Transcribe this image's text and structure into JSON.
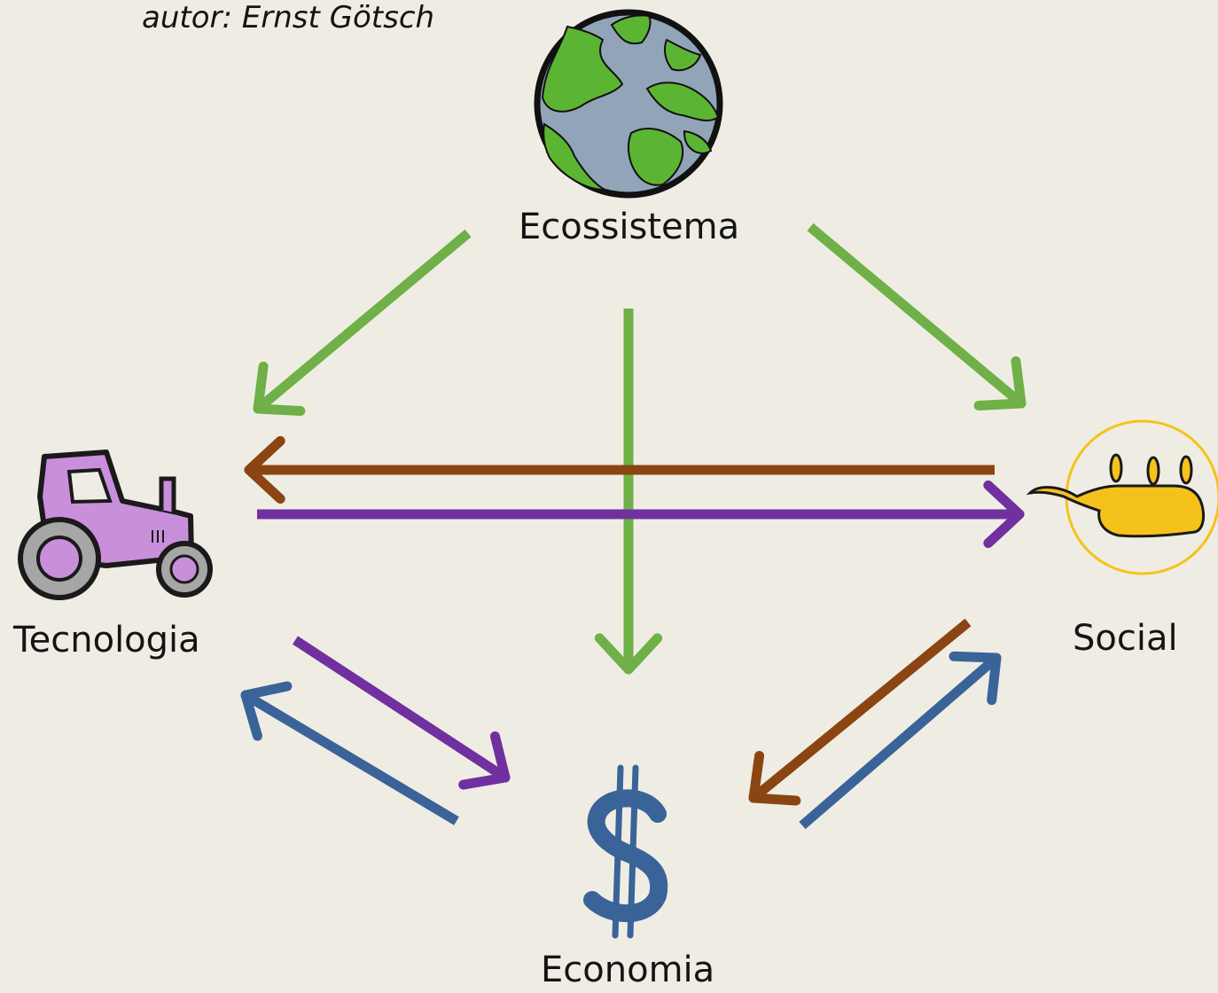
{
  "author": "autor: Ernst Götsch",
  "nodes": {
    "ecosystem": {
      "label": "Ecossistema",
      "icon": "globe-icon"
    },
    "technology": {
      "label": "Tecnologia",
      "icon": "tractor-icon"
    },
    "social": {
      "label": "Social",
      "icon": "people-group-icon"
    },
    "economy": {
      "label": "Economia",
      "icon": "dollar-sign-icon"
    }
  },
  "colors": {
    "background": "#efede3",
    "green": "#6fb048",
    "brown": "#8b4513",
    "purple": "#7030a0",
    "blue": "#3a6399",
    "globe_land": "#5cb532",
    "globe_water": "#92a4b8",
    "tractor": "#c98fdb",
    "people": "#f5c21b"
  },
  "arrows": [
    {
      "from": "Ecossistema",
      "to": "Tecnologia",
      "color": "green"
    },
    {
      "from": "Ecossistema",
      "to": "Economia",
      "color": "green"
    },
    {
      "from": "Ecossistema",
      "to": "Social",
      "color": "green"
    },
    {
      "from": "Social",
      "to": "Tecnologia",
      "color": "brown"
    },
    {
      "from": "Tecnologia",
      "to": "Social",
      "color": "purple"
    },
    {
      "from": "Tecnologia",
      "to": "Economia",
      "color": "purple"
    },
    {
      "from": "Economia",
      "to": "Tecnologia",
      "color": "blue"
    },
    {
      "from": "Social",
      "to": "Economia",
      "color": "brown"
    },
    {
      "from": "Economia",
      "to": "Social",
      "color": "blue"
    }
  ]
}
